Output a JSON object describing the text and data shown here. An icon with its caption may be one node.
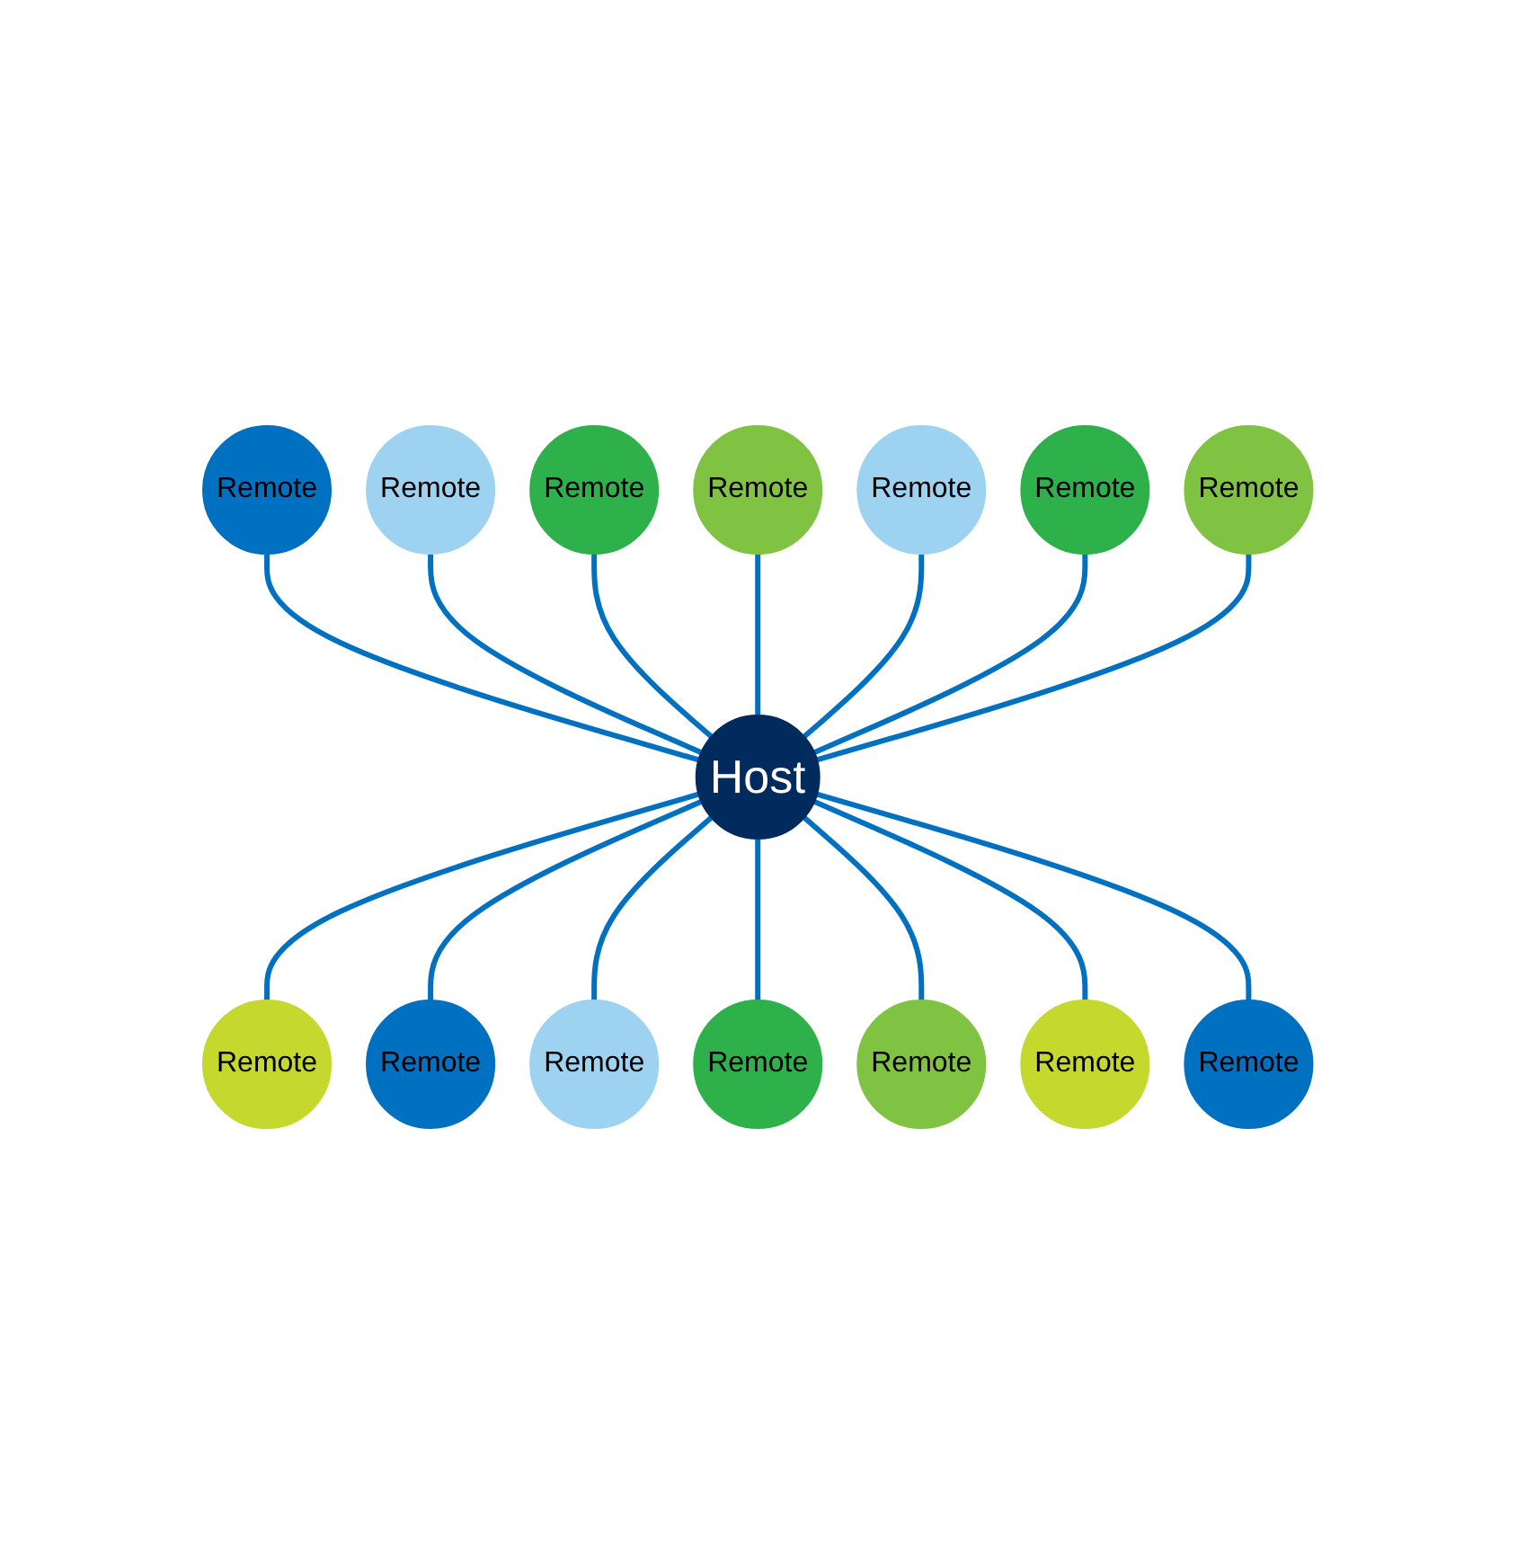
{
  "diagram": {
    "nodes": [
      {
        "text": [
          "Host"
        ]
      },
      {
        "text": [
          "Remote"
        ]
      },
      {
        "text": [
          "Remote"
        ]
      },
      {
        "text": [
          "Remote"
        ]
      },
      {
        "text": [
          "Remote"
        ]
      },
      {
        "text": [
          "Remote"
        ]
      },
      {
        "text": [
          "Remote"
        ]
      },
      {
        "text": [
          "Remote"
        ]
      },
      {
        "text": [
          "Remote"
        ]
      },
      {
        "text": [
          "Remote"
        ]
      },
      {
        "text": [
          "Remote"
        ]
      },
      {
        "text": [
          "Remote"
        ]
      },
      {
        "text": [
          "Remote"
        ]
      },
      {
        "text": [
          "Remote"
        ]
      },
      {
        "text": [
          "Remote"
        ]
      }
    ],
    "edges": [
      {
        "from": 1,
        "to": 0,
        "arrow": "none"
      },
      {
        "from": 2,
        "to": 0,
        "arrow": "none"
      },
      {
        "from": 3,
        "to": 0,
        "arrow": "none"
      },
      {
        "from": 4,
        "to": 0,
        "arrow": "none"
      },
      {
        "from": 0,
        "to": 5,
        "arrow": "none"
      },
      {
        "from": 0,
        "to": 6,
        "arrow": "none"
      },
      {
        "from": 0,
        "to": 7,
        "arrow": "none"
      },
      {
        "from": 0,
        "to": 8,
        "arrow": "none"
      },
      {
        "from": 0,
        "to": 9,
        "arrow": "none"
      },
      {
        "from": 0,
        "to": 10,
        "arrow": "none"
      },
      {
        "from": 0,
        "to": 11,
        "arrow": "none"
      },
      {
        "from": 12,
        "to": 0,
        "arrow": "none"
      },
      {
        "from": 13,
        "to": 0,
        "arrow": "none"
      },
      {
        "from": 14,
        "to": 0,
        "arrow": "none"
      }
    ]
  }
}
